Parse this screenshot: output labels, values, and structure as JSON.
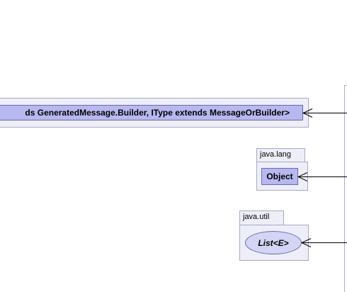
{
  "diagram": {
    "outer_package_body": {},
    "generic_class": {
      "label": "ds GeneratedMessage.Builder, IType extends MessageOrBuilder>"
    },
    "java_lang": {
      "package_name": "java.lang",
      "class_label": "Object"
    },
    "java_util": {
      "package_name": "java.util",
      "interface_label": "List<E>"
    }
  }
}
